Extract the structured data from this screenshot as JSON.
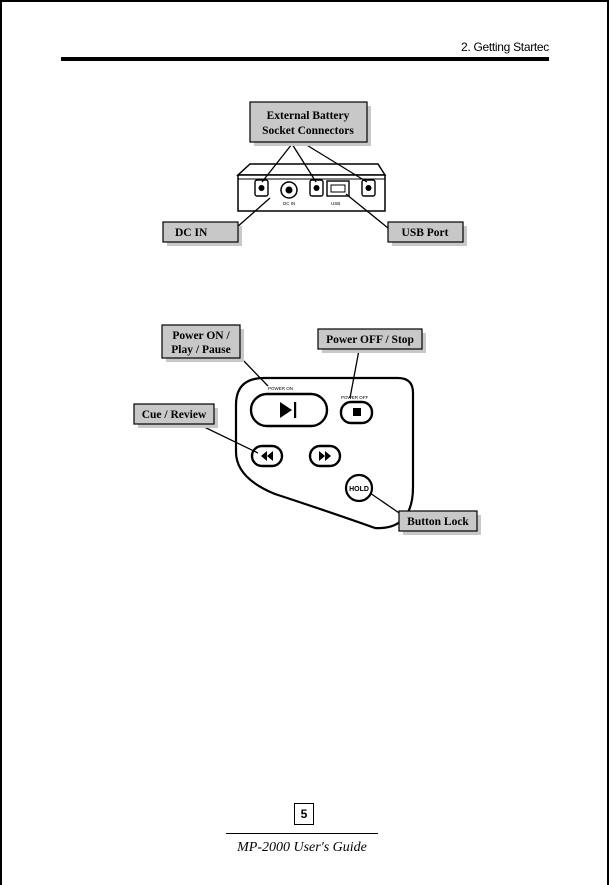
{
  "header": {
    "section": "2. Getting Startec"
  },
  "figure1": {
    "callouts": {
      "battery_line1": "External Battery",
      "battery_line2": "Socket Connectors",
      "dc_in": "DC IN",
      "usb_port": "USB Port"
    },
    "device_labels": {
      "dc_in": "DC IN",
      "usb": "USB"
    }
  },
  "figure2": {
    "callouts": {
      "power_on_line1": "Power ON /",
      "power_on_line2": "Play / Pause",
      "power_off": "Power OFF / Stop",
      "cue_review": "Cue / Review",
      "button_lock": "Button Lock"
    },
    "device_labels": {
      "power_on": "POWER ON",
      "power_off": "POWER OFF",
      "hold": "HOLD"
    }
  },
  "footer": {
    "page_number": "5",
    "guide_title": "MP-2000 User's Guide"
  }
}
